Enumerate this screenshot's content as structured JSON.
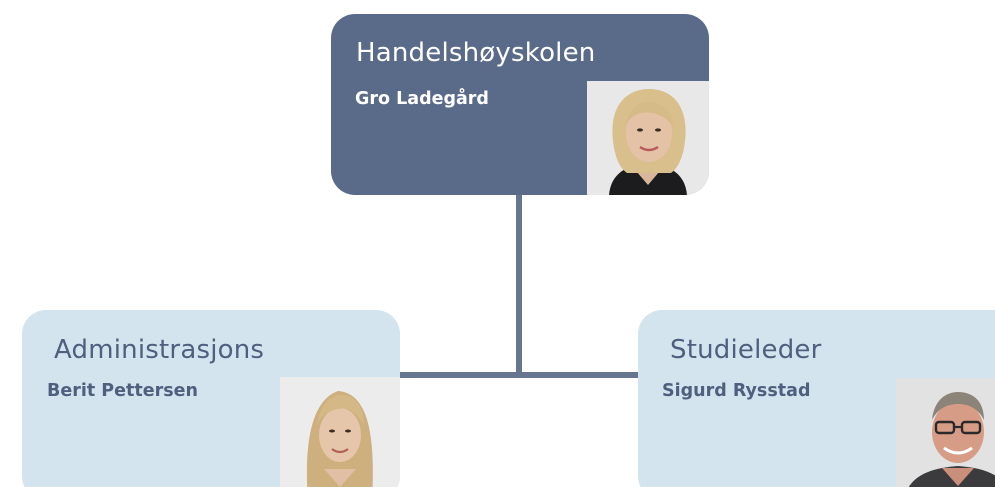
{
  "org_chart": {
    "top": {
      "unit": "Handelshøyskolen",
      "person": "Gro Ladegård"
    },
    "left": {
      "unit": "Administrasjons",
      "person": "Berit Pettersen"
    },
    "right": {
      "unit": "Studieleder",
      "person": "Sigurd Rysstad"
    }
  },
  "colors": {
    "top_box": "#5a6b8a",
    "child_box": "#d3e4ee",
    "connector": "#66768f",
    "child_text": "#4f5f7e"
  }
}
